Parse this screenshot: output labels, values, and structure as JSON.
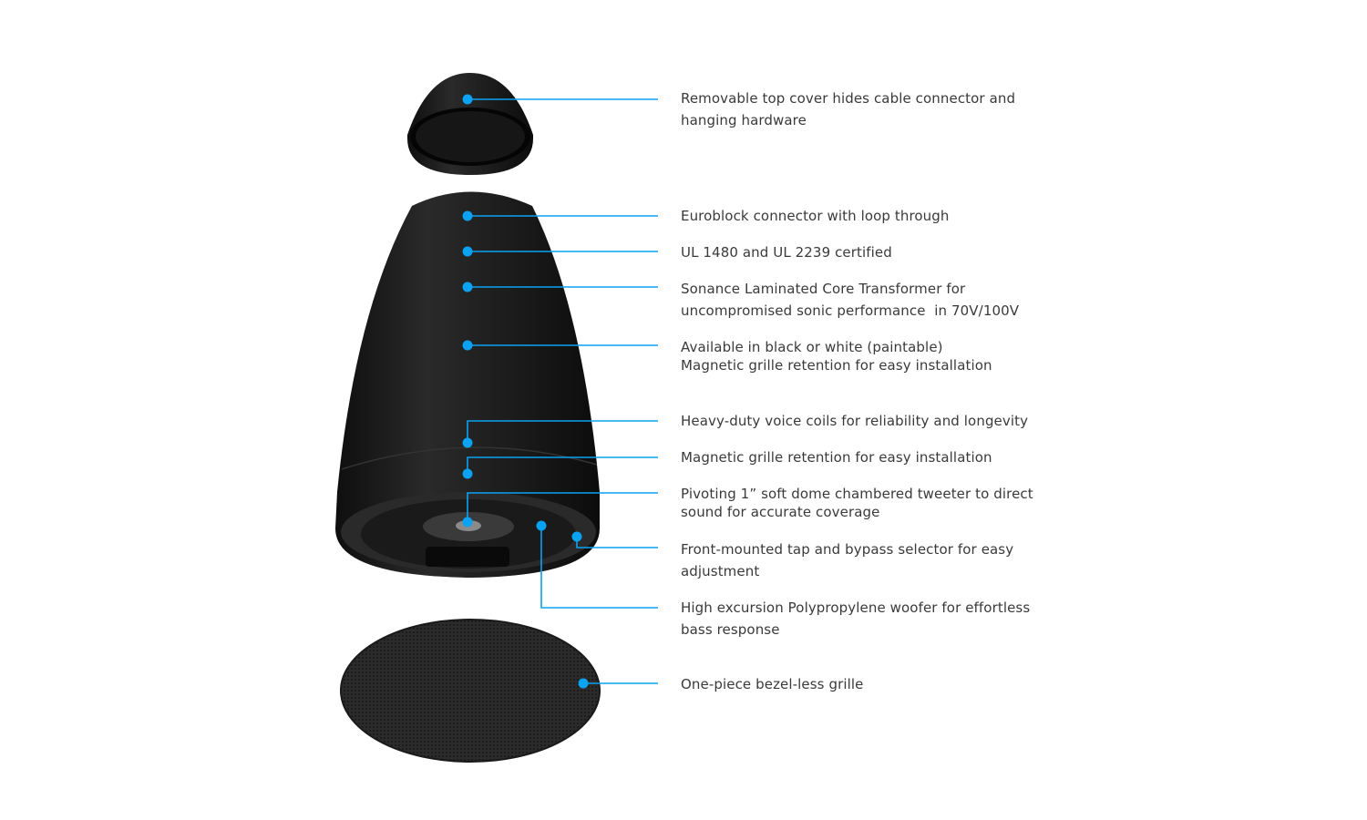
{
  "accent_color": "#0aa2f2",
  "speaker_color": "#1c1c1c",
  "callouts": [
    {
      "id": "top-cover",
      "lines": [
        "Removable top cover hides cable connector and",
        "hanging hardware"
      ]
    },
    {
      "id": "euroblock",
      "lines": [
        "Euroblock connector with loop through"
      ]
    },
    {
      "id": "ul-certified",
      "lines": [
        "UL 1480 and UL 2239 certified"
      ]
    },
    {
      "id": "transformer",
      "lines": [
        "Sonance Laminated Core Transformer for",
        "uncompromised sonic performance  in 70V/100V"
      ]
    },
    {
      "id": "finish",
      "lines": [
        "Available in black or white (paintable)",
        "Magnetic grille retention for easy installation"
      ]
    },
    {
      "id": "voice-coils",
      "lines": [
        "Heavy-duty voice coils for reliability and longevity"
      ]
    },
    {
      "id": "grille-retention",
      "lines": [
        "Magnetic grille retention for easy installation"
      ]
    },
    {
      "id": "tweeter",
      "lines": [
        "Pivoting 1” soft dome chambered tweeter to direct",
        "sound for accurate coverage"
      ]
    },
    {
      "id": "tap-selector",
      "lines": [
        "Front-mounted tap and bypass selector for easy",
        "adjustment"
      ]
    },
    {
      "id": "woofer",
      "lines": [
        "High excursion Polypropylene woofer for effortless",
        "bass response"
      ]
    },
    {
      "id": "grille",
      "lines": [
        "One-piece bezel-less grille"
      ]
    }
  ]
}
